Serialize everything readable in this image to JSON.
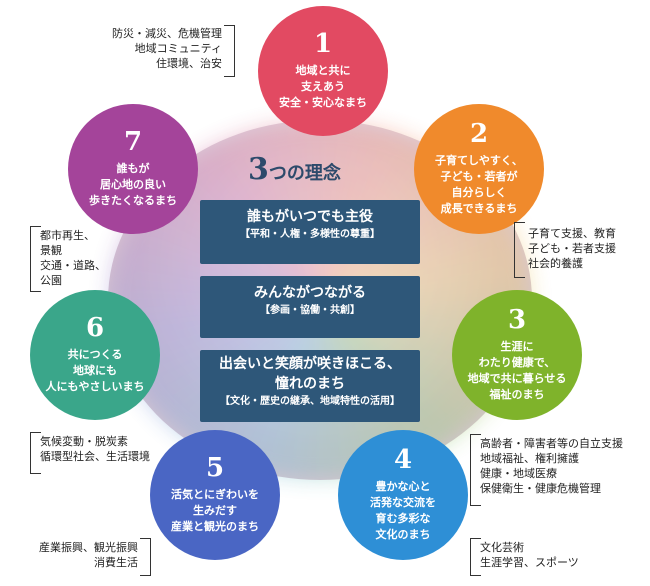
{
  "title": {
    "number": "3",
    "text": "つの理念"
  },
  "principles": [
    {
      "lines": [
        "誰もがいつでも主役"
      ],
      "sub": "【平和・人権・多様性の尊重】"
    },
    {
      "lines": [
        "みんながつながる"
      ],
      "sub": "【参画・協働・共創】"
    },
    {
      "lines": [
        "出会いと笑顔が咲きほこる、",
        "憧れのまち"
      ],
      "sub": "【文化・歴史の継承、地域特性の活用】"
    }
  ],
  "goals": [
    {
      "number": "1",
      "lines": [
        "地域と共に",
        "支えあう",
        "安全・安心なまち"
      ],
      "color": "#e24a62",
      "fields": [
        "防災・減災、危機管理",
        "地域コミュニティ",
        "住環境、治安"
      ]
    },
    {
      "number": "2",
      "lines": [
        "子育てしやすく、",
        "子ども・若者が",
        "自分らしく",
        "成長できるまち"
      ],
      "color": "#f08a2c",
      "fields": [
        "子育て支援、教育",
        "子ども・若者支援",
        "社会的養護"
      ]
    },
    {
      "number": "3",
      "lines": [
        "生涯に",
        "わたり健康で、",
        "地域で共に暮らせる",
        "福祉のまち"
      ],
      "color": "#7fb32b",
      "fields": [
        "高齢者・障害者等の自立支援",
        "地域福祉、権利擁護",
        "健康・地域医療",
        "保健衛生・健康危機管理"
      ]
    },
    {
      "number": "4",
      "lines": [
        "豊かな心と",
        "活発な交流を",
        "育む多彩な",
        "文化のまち"
      ],
      "color": "#2e8fd6",
      "fields": [
        "文化芸術",
        "生涯学習、スポーツ"
      ]
    },
    {
      "number": "5",
      "lines": [
        "活気とにぎわいを",
        "生みだす",
        "産業と観光のまち"
      ],
      "color": "#4a66c4",
      "fields": [
        "産業振興、観光振興",
        "消費生活"
      ]
    },
    {
      "number": "6",
      "lines": [
        "共につくる",
        "地球にも",
        "人にもやさしいまち"
      ],
      "color": "#3aa68a",
      "fields": [
        "気候変動・脱炭素",
        "循環型社会、生活環境"
      ]
    },
    {
      "number": "7",
      "lines": [
        "誰もが",
        "居心地の良い",
        "歩きたくなるまち"
      ],
      "color": "#a4449a",
      "fields": [
        "都市再生、",
        "景観",
        "交通・道路、",
        "公園"
      ]
    }
  ]
}
